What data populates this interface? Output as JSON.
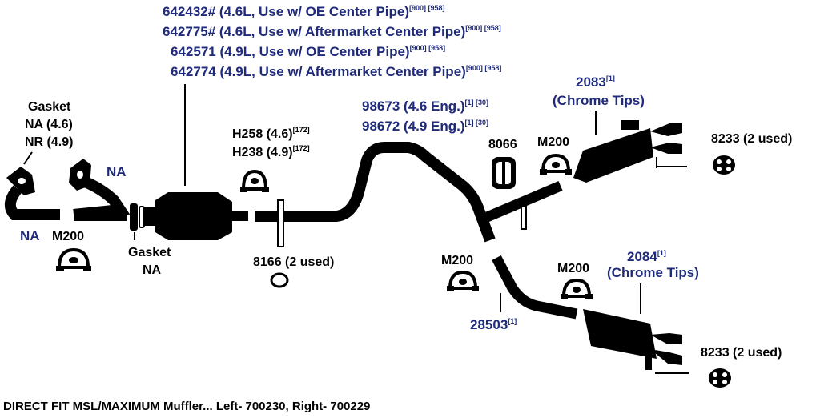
{
  "colors": {
    "blue_label": "#1f2a7a",
    "black_label": "#000000",
    "parts": "#000000",
    "background": "#ffffff"
  },
  "header": {
    "lines": [
      {
        "text": "642432# (4.6L, Use w/ OE Center Pipe)",
        "sup": "[900] [958]"
      },
      {
        "text": "642775# (4.6L, Use w/ Aftermarket  Center Pipe)",
        "sup": "[900] [958]"
      },
      {
        "text": "642571 (4.9L, Use w/ OE Center Pipe)",
        "sup": "[900] [958]"
      },
      {
        "text": "642774 (4.9L, Use w/ Aftermarket  Center Pipe)",
        "sup": "[900] [958]"
      }
    ]
  },
  "labels": {
    "gasket_left": [
      "Gasket",
      "NA (4.6)",
      "NR (4.9)"
    ],
    "na_upper": "NA",
    "na_lower": "NA",
    "m200_left": "M200",
    "gasket_na": [
      "Gasket",
      "NA"
    ],
    "h258": {
      "text": "H258 (4.6)",
      "sup": "[172]"
    },
    "h238": {
      "text": "H238 (4.9)",
      "sup": "[172]"
    },
    "p8166": "8166 (2 used)",
    "p98673": {
      "text": "98673 (4.6 Eng.)",
      "sup": "[1] [30]"
    },
    "p98672": {
      "text": "98672 (4.9 Eng.)",
      "sup": "[1] [30]"
    },
    "p8066": "8066",
    "m200_upper_right": "M200",
    "p2083": {
      "text": "2083",
      "sup": "[1]"
    },
    "chrome_tips_upper": "(Chrome Tips)",
    "p8233_upper": "8233 (2 used)",
    "m200_mid": "M200",
    "m200_lower_right": "M200",
    "p2084": {
      "text": "2084",
      "sup": "[1]"
    },
    "chrome_tips_lower": "(Chrome Tips)",
    "p28503": {
      "text": "28503",
      "sup": "[1]"
    },
    "p8233_lower": "8233 (2 used)"
  },
  "footer": "DIRECT FIT MSL/MAXIMUM Muffler... Left- 700230, Right- 700229"
}
